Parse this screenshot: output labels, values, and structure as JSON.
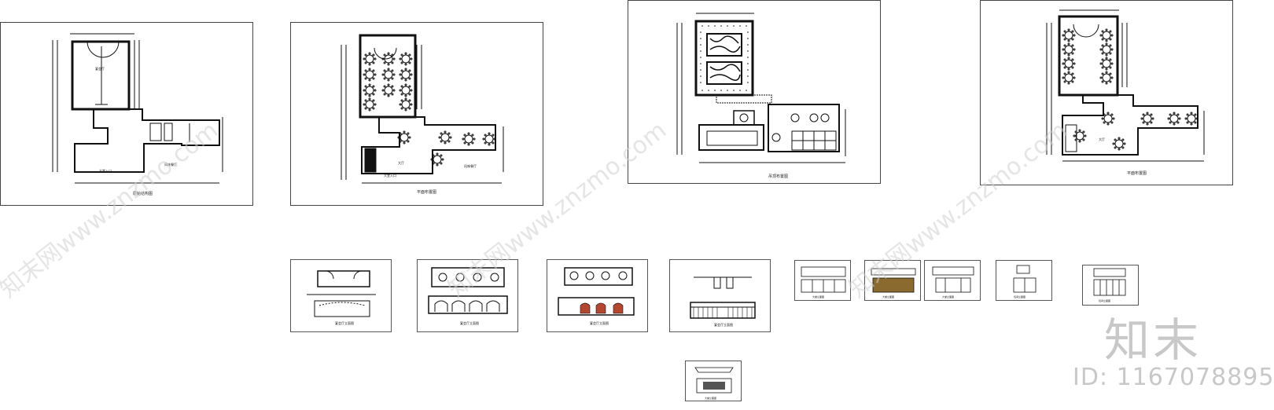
{
  "sheets": [
    {
      "id": "s1",
      "caption": "原始结构图",
      "labels": [
        "宴会厅",
        "大堂入口",
        "风味餐厅"
      ]
    },
    {
      "id": "s2",
      "caption": "平面布置图",
      "labels": [
        "大堂入口",
        "大厅",
        "风味餐厅"
      ]
    },
    {
      "id": "s3",
      "caption": "吊顶布置图",
      "labels": []
    },
    {
      "id": "s4",
      "caption": "平面布置图",
      "labels": [
        "大厅"
      ]
    }
  ],
  "elevations": [
    {
      "id": "e1",
      "caption": "宴会厅立面图"
    },
    {
      "id": "e2",
      "caption": "宴会厅立面图"
    },
    {
      "id": "e3",
      "caption": "宴会厅立面图"
    },
    {
      "id": "e4",
      "caption": "宴会厅立面图"
    },
    {
      "id": "e5",
      "caption": "大堂立面图"
    },
    {
      "id": "e6",
      "caption": "大堂立面图"
    },
    {
      "id": "e7",
      "caption": "大堂立面图"
    },
    {
      "id": "e8",
      "caption": "包间立面图"
    },
    {
      "id": "e9",
      "caption": "包间立面图"
    },
    {
      "id": "e10",
      "caption": "大堂立面图"
    }
  ],
  "watermark": {
    "text": "知末网www.znzmo.com"
  },
  "brand": {
    "logo": "知末",
    "id": "ID: 1167078895"
  },
  "colors": {
    "line": "#111111",
    "watermark": "#cfcfcf",
    "accent_brown": "#8a6a2e",
    "accent_red": "#b5462f"
  }
}
